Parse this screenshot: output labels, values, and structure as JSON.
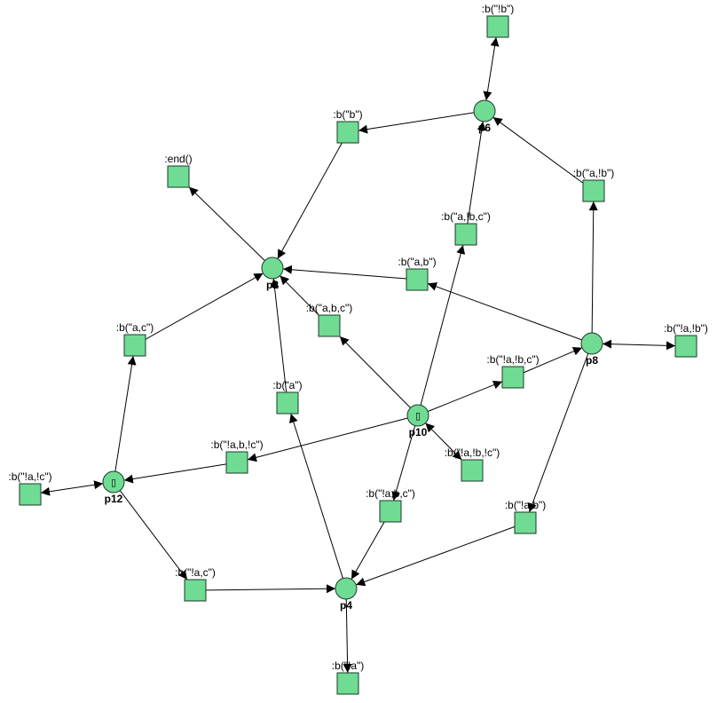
{
  "colors": {
    "node_fill": "#6fdb93",
    "node_stroke": "#1e3a28",
    "edge": "#000000",
    "background": "#ffffff"
  },
  "places": [
    {
      "id": "p2",
      "label": "p2",
      "token": ""
    },
    {
      "id": "p4",
      "label": "p4",
      "token": ""
    },
    {
      "id": "p6",
      "label": "p6",
      "token": ""
    },
    {
      "id": "p8",
      "label": "p8",
      "token": ""
    },
    {
      "id": "p10",
      "label": "p10",
      "token": "▯"
    },
    {
      "id": "p12",
      "label": "p12",
      "token": "▯"
    }
  ],
  "transitions": [
    {
      "id": "t_notb",
      "label": ":b(\"!b\")"
    },
    {
      "id": "t_b",
      "label": ":b(\"b\")"
    },
    {
      "id": "t_end",
      "label": ":end()"
    },
    {
      "id": "t_a_notb",
      "label": ":b(\"a,!b\")"
    },
    {
      "id": "t_a_notb_c",
      "label": ":b(\"a,!b,c\")"
    },
    {
      "id": "t_a_b",
      "label": ":b(\"a,b\")"
    },
    {
      "id": "t_a_b_c",
      "label": ":b(\"a,b,c\")"
    },
    {
      "id": "t_a_c",
      "label": ":b(\"a,c\")"
    },
    {
      "id": "t_nota_notb",
      "label": ":b(\"!a,!b\")"
    },
    {
      "id": "t_nota_notb_c",
      "label": ":b(\"!a,!b,c\")"
    },
    {
      "id": "t_a",
      "label": ":b(\"a\")"
    },
    {
      "id": "t_nota_b_notc",
      "label": ":b(\"!a,b,!c\")"
    },
    {
      "id": "t_nota_notb_notc",
      "label": ":b(\"!a,!b,!c\")"
    },
    {
      "id": "t_nota_notc",
      "label": ":b(\"!a,!c\")"
    },
    {
      "id": "t_nota_b_c",
      "label": ":b(\"!a,b,c\")"
    },
    {
      "id": "t_nota_b",
      "label": ":b(\"!a,b\")"
    },
    {
      "id": "t_nota_c",
      "label": ":b(\"!a,c\")"
    },
    {
      "id": "t_nota",
      "label": ":b(\"!a\")"
    }
  ],
  "arcs": [
    {
      "from": "p6",
      "to": "t_notb",
      "bidirectional": true
    },
    {
      "from": "p6",
      "to": "t_b"
    },
    {
      "from": "t_b",
      "to": "p2"
    },
    {
      "from": "p2",
      "to": "t_end"
    },
    {
      "from": "t_a_notb",
      "to": "p6"
    },
    {
      "from": "p8",
      "to": "t_a_notb"
    },
    {
      "from": "t_a_notb_c",
      "to": "p6"
    },
    {
      "from": "p10",
      "to": "t_a_notb_c"
    },
    {
      "from": "p8",
      "to": "t_a_b"
    },
    {
      "from": "t_a_b",
      "to": "p2"
    },
    {
      "from": "p10",
      "to": "t_a_b_c"
    },
    {
      "from": "t_a_b_c",
      "to": "p2"
    },
    {
      "from": "p12",
      "to": "t_a_c"
    },
    {
      "from": "t_a_c",
      "to": "p2"
    },
    {
      "from": "p8",
      "to": "t_nota_notb",
      "bidirectional": true
    },
    {
      "from": "p10",
      "to": "t_nota_notb_c"
    },
    {
      "from": "t_nota_notb_c",
      "to": "p8"
    },
    {
      "from": "t_a",
      "to": "p2"
    },
    {
      "from": "p4",
      "to": "t_a"
    },
    {
      "from": "p10",
      "to": "t_nota_b_notc"
    },
    {
      "from": "t_nota_b_notc",
      "to": "p12"
    },
    {
      "from": "p10",
      "to": "t_nota_notb_notc",
      "bidirectional": true
    },
    {
      "from": "p12",
      "to": "t_nota_notc",
      "bidirectional": true
    },
    {
      "from": "p10",
      "to": "t_nota_b_c"
    },
    {
      "from": "t_nota_b_c",
      "to": "p4"
    },
    {
      "from": "p8",
      "to": "t_nota_b"
    },
    {
      "from": "t_nota_b",
      "to": "p4"
    },
    {
      "from": "p12",
      "to": "t_nota_c"
    },
    {
      "from": "t_nota_c",
      "to": "p4"
    },
    {
      "from": "p4",
      "to": "t_nota"
    }
  ]
}
